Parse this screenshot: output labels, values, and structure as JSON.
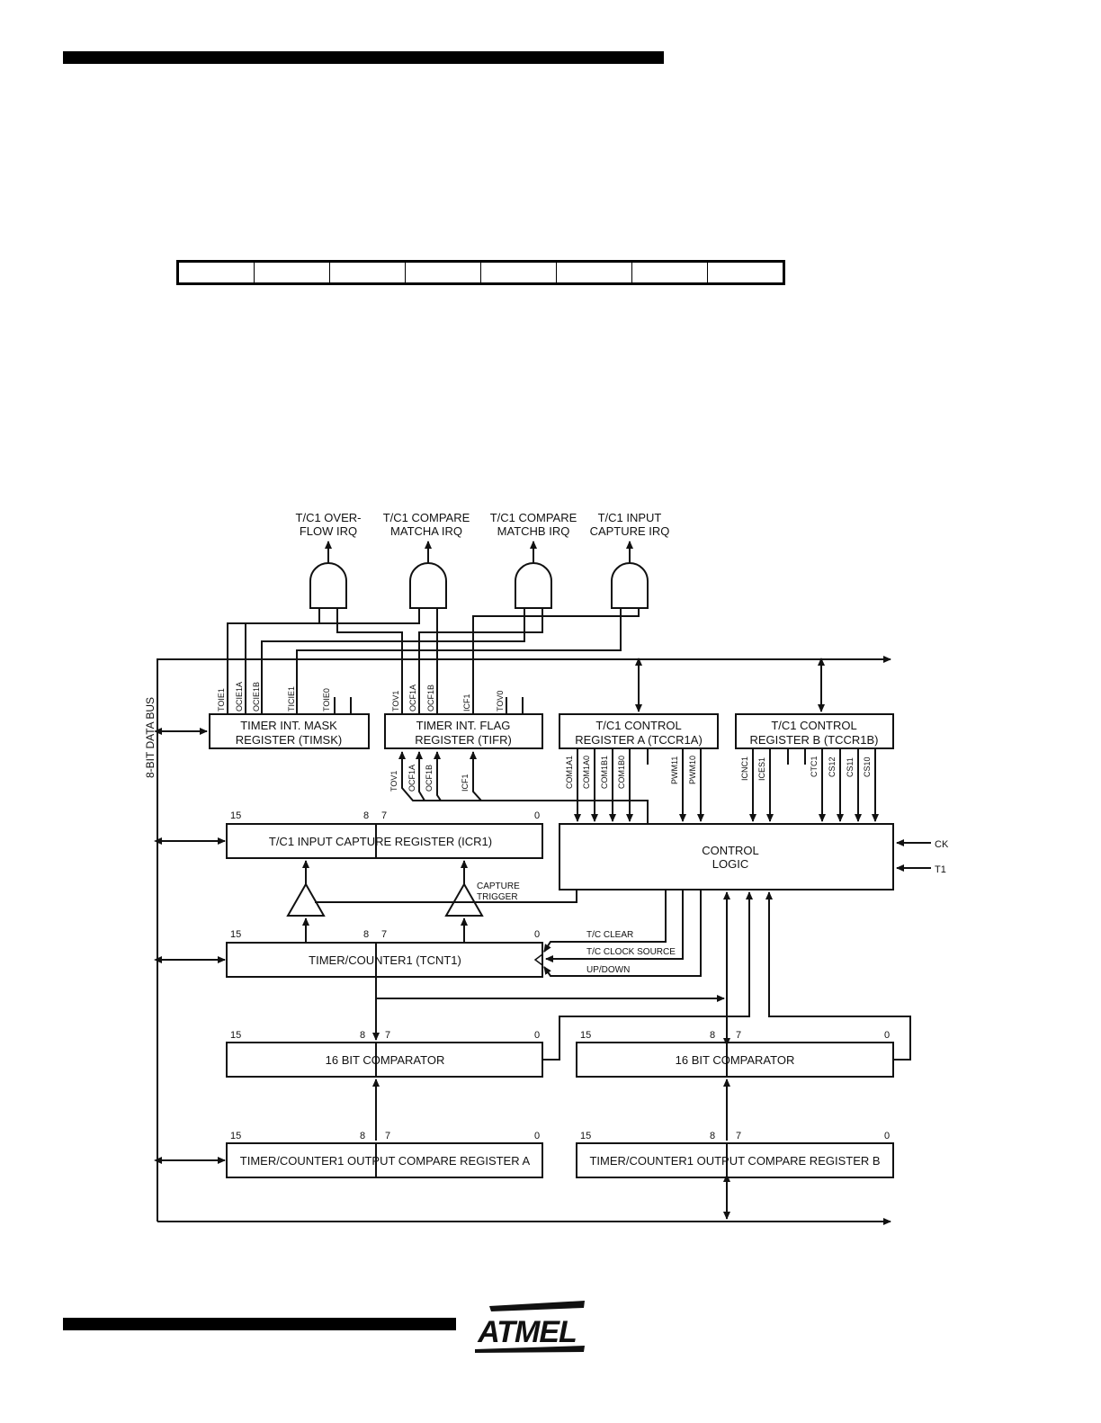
{
  "logo_text": "ATMEL",
  "diagram": {
    "bus_label": "8-BIT DATA BUS",
    "irq": [
      {
        "line1": "T/C1 OVER-",
        "line2": "FLOW IRQ"
      },
      {
        "line1": "T/C1 COMPARE",
        "line2": "MATCHA IRQ"
      },
      {
        "line1": "T/C1 COMPARE",
        "line2": "MATCHB IRQ"
      },
      {
        "line1": "T/C1 INPUT",
        "line2": "CAPTURE IRQ"
      }
    ],
    "timsk": {
      "line1": "TIMER INT. MASK",
      "line2": "REGISTER (TIMSK)",
      "bits": [
        "TOIE1",
        "OCIE1A",
        "OCIE1B",
        "TICIE1",
        "TOIE0"
      ]
    },
    "tifr": {
      "line1": "TIMER INT. FLAG",
      "line2": "REGISTER (TIFR)",
      "bits": [
        "TOV1",
        "OCF1A",
        "OCF1B",
        "ICF1",
        "TOV0"
      ],
      "bits_below": [
        "TOV1",
        "OCF1A",
        "OCF1B",
        "ICF1"
      ]
    },
    "tccr1a": {
      "line1": "T/C1 CONTROL",
      "line2": "REGISTER A (TCCR1A)",
      "bits": [
        "COM1A1",
        "COM1A0",
        "COM1B1",
        "COM1B0",
        "PWM11",
        "PWM10"
      ]
    },
    "tccr1b": {
      "line1": "T/C1 CONTROL",
      "line2": "REGISTER B (TCCR1B)",
      "bits": [
        "ICNC1",
        "ICES1",
        "CTC1",
        "CS12",
        "CS11",
        "CS10"
      ]
    },
    "control_logic": {
      "line1": "CONTROL",
      "line2": "LOGIC",
      "in1": "CK",
      "in2": "T1"
    },
    "icr1": "T/C1 INPUT CAPTURE REGISTER (ICR1)",
    "capture_trigger": {
      "line1": "CAPTURE",
      "line2": "TRIGGER"
    },
    "tcnt1": "TIMER/COUNTER1 (TCNT1)",
    "tcnt1_signals": [
      "T/C CLEAR",
      "T/C CLOCK SOURCE",
      "UP/DOWN"
    ],
    "comparator_a": "16 BIT COMPARATOR",
    "comparator_b": "16 BIT COMPARATOR",
    "ocr1a": "TIMER/COUNTER1 OUTPUT COMPARE REGISTER A",
    "ocr1b": "TIMER/COUNTER1 OUTPUT COMPARE REGISTER B",
    "bit_labels": {
      "b15": "15",
      "b8": "8",
      "b7": "7",
      "b0": "0"
    }
  }
}
